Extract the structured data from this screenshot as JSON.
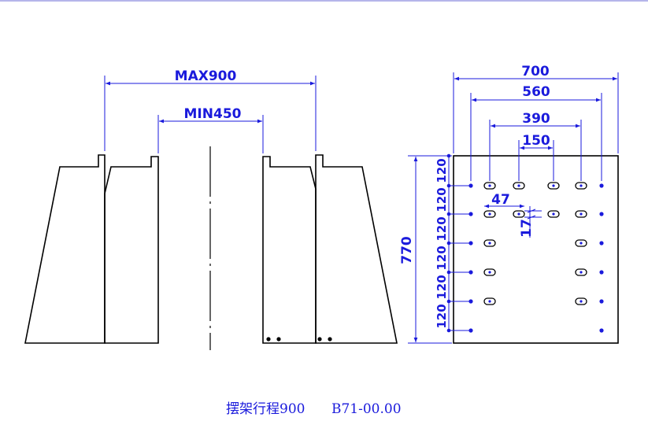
{
  "colors": {
    "outline": "#000000",
    "dimension": "#1a1adc",
    "background": "#ffffff"
  },
  "side_view": {
    "max_opening": "MAX900",
    "min_opening": "MIN450"
  },
  "plate_view": {
    "width_overall": "700",
    "width_outer_holes": "560",
    "width_inner_slots": "390",
    "width_center_slots": "150",
    "height_overall": "770",
    "row_pitch_labels": [
      "120",
      "120",
      "120",
      "120",
      "120",
      "120"
    ],
    "slot_length": "47",
    "slot_width": "17"
  },
  "caption": {
    "title": "摆架行程900",
    "code": "B71-00.00"
  }
}
